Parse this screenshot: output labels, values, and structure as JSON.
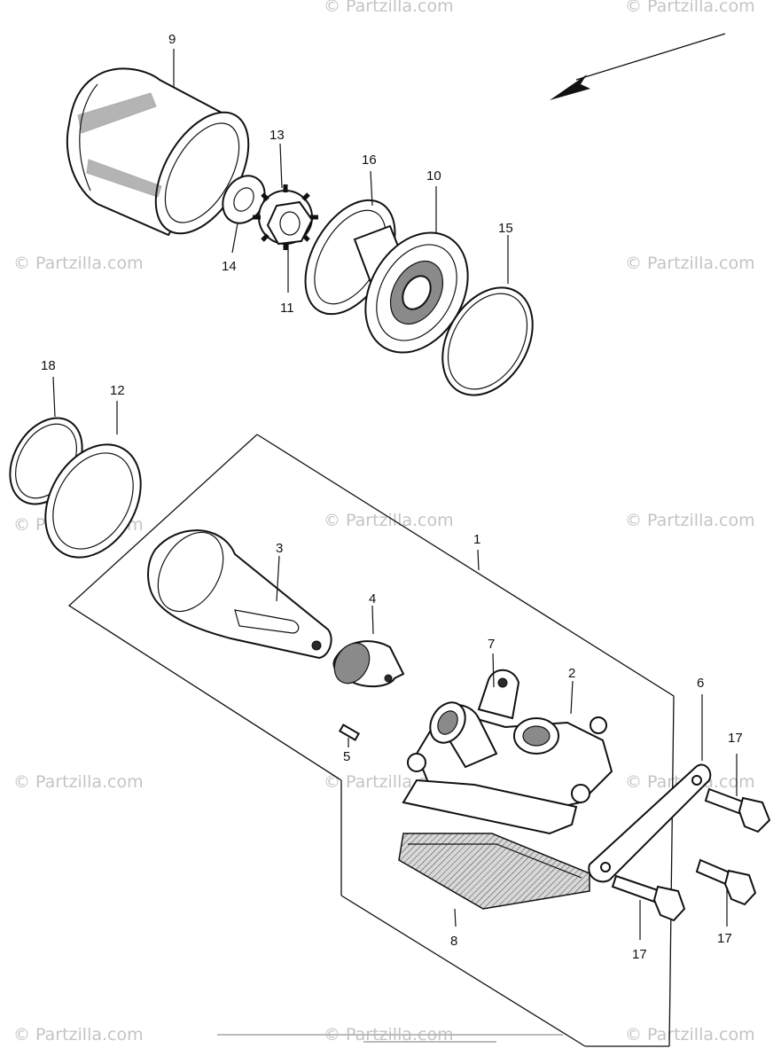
{
  "watermark": "© Partzilla.com",
  "callouts": [
    {
      "id": "9",
      "text": "9"
    },
    {
      "id": "13",
      "text": "13"
    },
    {
      "id": "16",
      "text": "16"
    },
    {
      "id": "10",
      "text": "10"
    },
    {
      "id": "15",
      "text": "15"
    },
    {
      "id": "14",
      "text": "14"
    },
    {
      "id": "11",
      "text": "11"
    },
    {
      "id": "18",
      "text": "18"
    },
    {
      "id": "12",
      "text": "12"
    },
    {
      "id": "1",
      "text": "1"
    },
    {
      "id": "3",
      "text": "3"
    },
    {
      "id": "4",
      "text": "4"
    },
    {
      "id": "7",
      "text": "7"
    },
    {
      "id": "2",
      "text": "2"
    },
    {
      "id": "6",
      "text": "6"
    },
    {
      "id": "5",
      "text": "5"
    },
    {
      "id": "17a",
      "text": "17"
    },
    {
      "id": "17b",
      "text": "17"
    },
    {
      "id": "17c",
      "text": "17"
    },
    {
      "id": "8",
      "text": "8"
    }
  ]
}
